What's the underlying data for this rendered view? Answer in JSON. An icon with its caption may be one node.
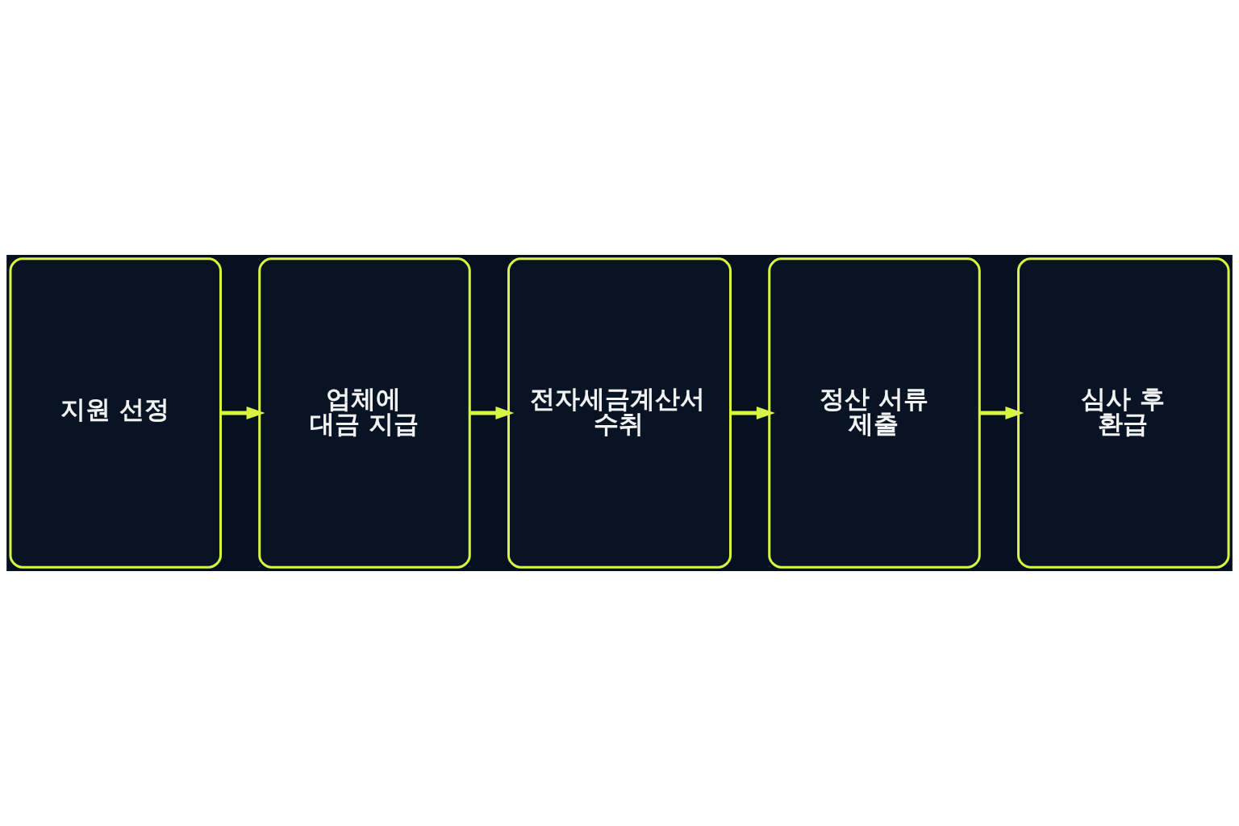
{
  "diagram": {
    "nodes": [
      {
        "text": [
          "지원 선정"
        ]
      },
      {
        "text": [
          "업체에 대금 지급"
        ]
      },
      {
        "text": [
          "전자세금계산서 수취"
        ]
      },
      {
        "text": [
          "정산 서류 제출"
        ]
      },
      {
        "text": [
          "심사 후 환급"
        ]
      }
    ],
    "edges": [
      {
        "from": 0,
        "to": 1,
        "arrow": "to"
      },
      {
        "from": 1,
        "to": 2,
        "arrow": "to"
      },
      {
        "from": 2,
        "to": 3,
        "arrow": "to"
      },
      {
        "from": 3,
        "to": 4,
        "arrow": "to"
      }
    ]
  }
}
